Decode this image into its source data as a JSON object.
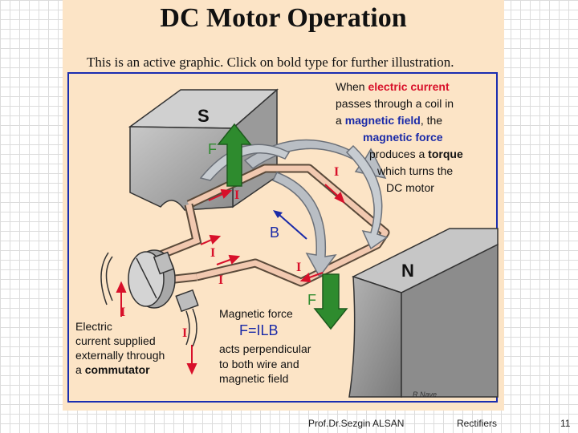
{
  "slide": {
    "title": "DC Motor Operation",
    "subtitle": "This is an active graphic. Click on bold type for further illustration.",
    "credit": "R Nave"
  },
  "explanation": {
    "line1_a": "When ",
    "line1_b": "electric current",
    "line2": "passes through a  coil in",
    "line3_a": "a ",
    "line3_b": "magnetic field",
    "line3_c": ", the",
    "line4": "magnetic force",
    "line5_a": "produces a ",
    "line5_b": "torque",
    "line6": "which turns the",
    "line7": "DC motor"
  },
  "magnet_labels": {
    "south": "S",
    "north": "N"
  },
  "diagram_labels": {
    "force": "F",
    "current": "I",
    "field": "B"
  },
  "force_note": {
    "line1": "Magnetic force",
    "formula": "F=ILB",
    "line3": "acts perpendicular",
    "line4": "to both wire and",
    "line5": "magnetic field"
  },
  "commutator_note": {
    "line1": "Electric",
    "line2": "current supplied",
    "line3": "externally through",
    "line4_a": "a ",
    "line4_b": "commutator"
  },
  "footer": {
    "author": "Prof.Dr.Sezgin ALSAN",
    "topic": "Rectifiers",
    "page": "11"
  },
  "colors": {
    "panel": "#fce4c6",
    "frame": "#1a2db0",
    "force_arrow": "#2e8b2e",
    "current_arrow": "#d8102a",
    "magnet": "#a6a6a6",
    "link_red": "#d8102a",
    "link_blue": "#1a2aa8"
  }
}
